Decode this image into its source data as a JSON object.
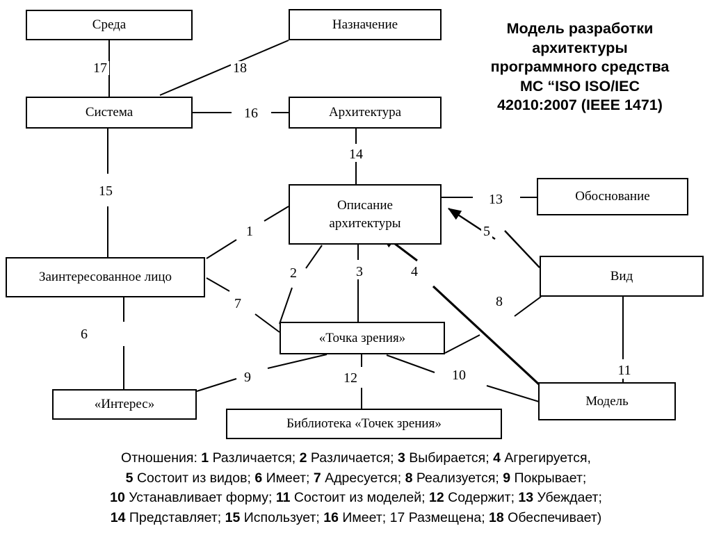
{
  "title": {
    "lines": [
      "Модель разработки",
      "архитектуры",
      "программного средства",
      "МС “ISO ISO/IEC",
      "42010:2007 (IEEE 1471)"
    ]
  },
  "nodes": {
    "environment": {
      "label": "Среда"
    },
    "mission": {
      "label": "Назначение"
    },
    "system": {
      "label": "Система"
    },
    "architecture": {
      "label": "Архитектура"
    },
    "architecture_description_line1": {
      "label": "Описание"
    },
    "architecture_description_line2": {
      "label": "архитектуры"
    },
    "rationale": {
      "label": "Обоснование"
    },
    "stakeholder": {
      "label": "Заинтересованное лицо"
    },
    "view": {
      "label": "Вид"
    },
    "viewpoint": {
      "label": "«Точка зрения»"
    },
    "concern": {
      "label": "«Интерес»"
    },
    "library": {
      "label": "Библиотека «Точек зрения»"
    },
    "model": {
      "label": "Модель"
    }
  },
  "edge_labels": {
    "e1": "1",
    "e2": "2",
    "e3": "3",
    "e4": "4",
    "e5": "5",
    "e6": "6",
    "e7": "7",
    "e8": "8",
    "e9": "9",
    "e10": "10",
    "e11": "11",
    "e12": "12",
    "e13": "13",
    "e14": "14",
    "e15": "15",
    "e16": "16",
    "e17": "17",
    "e18": "18"
  },
  "legend": {
    "row1": {
      "prefix": "Отношения: ",
      "items": [
        {
          "num": "1",
          "text": " Различается; "
        },
        {
          "num": "2",
          "text": " Различается; "
        },
        {
          "num": "3",
          "text": " Выбирается; "
        },
        {
          "num": "4",
          "text": " Агрегируется,"
        }
      ]
    },
    "row2": {
      "prefix": "",
      "items": [
        {
          "num": "5",
          "text": " Состоит из видов; "
        },
        {
          "num": "6",
          "text": " Имеет; "
        },
        {
          "num": "7",
          "text": " Адресуется; "
        },
        {
          "num": "8",
          "text": " Реализуется; "
        },
        {
          "num": "9",
          "text": " Покрывает;"
        }
      ]
    },
    "row3": {
      "prefix": "",
      "items": [
        {
          "num": "10",
          "text": " Устанавливает форму; "
        },
        {
          "num": "11",
          "text": " Состоит из моделей; "
        },
        {
          "num": "12",
          "text": " Содержит; "
        },
        {
          "num": "13",
          "text": " Убеждает;"
        }
      ]
    },
    "row4": {
      "prefix": "",
      "items": [
        {
          "num": "14",
          "text": " Представляет; "
        },
        {
          "num": "15",
          "text": " Использует; "
        },
        {
          "num": "16",
          "text": " Имеет; "
        },
        {
          "num": "17",
          "text": " Размещена; ",
          "plain_num": true
        },
        {
          "num": "18",
          "text": " Обеспечивает)"
        }
      ]
    }
  },
  "colors": {
    "stroke": "#000000",
    "background": "#ffffff",
    "text": "#000000"
  }
}
